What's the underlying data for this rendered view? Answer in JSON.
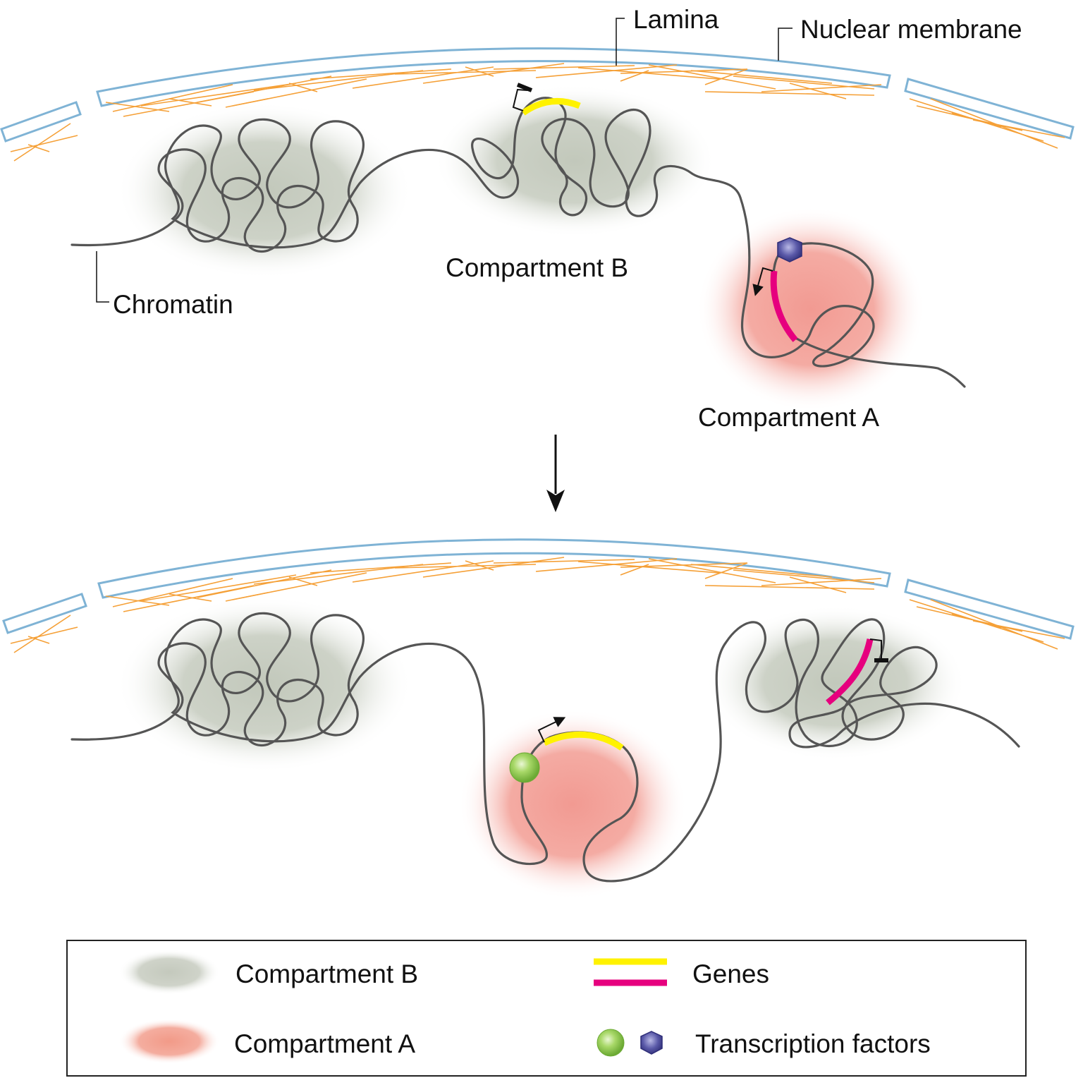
{
  "labels": {
    "lamina": "Lamina",
    "nuclear_membrane": "Nuclear membrane",
    "chromatin": "Chromatin",
    "compartment_b": "Compartment B",
    "compartment_a": "Compartment A"
  },
  "legend": {
    "compartment_b": "Compartment B",
    "compartment_a": "Compartment A",
    "genes": "Genes",
    "transcription_factors": "Transcription factors"
  },
  "colors": {
    "membrane": "#7fb3d5",
    "lamina": "#f5a037",
    "chromatin": "#555555",
    "compartment_b": "#c9cec2",
    "compartment_a": "#f1a39a",
    "gene_yellow": "#fff200",
    "gene_magenta": "#e6007e",
    "tf_green": "#9fd45c",
    "tf_purple": "#4b4a9a"
  }
}
